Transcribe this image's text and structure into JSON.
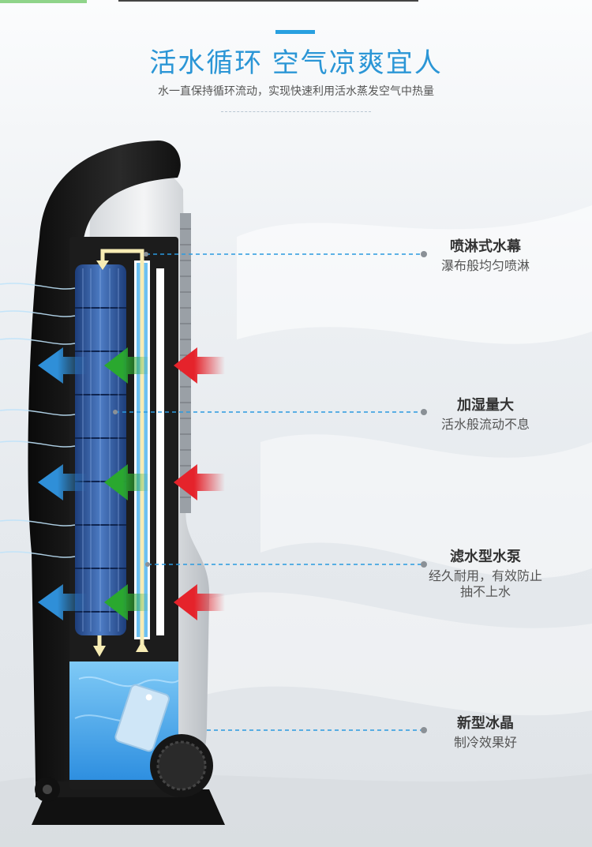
{
  "header": {
    "title": "活水循环 空气凉爽宜人",
    "subtitle": "水一直保持循环流动，实现快速利用活水蒸发空气中热量"
  },
  "callouts": [
    {
      "title": "喷淋式水幕",
      "desc": "瀑布般均匀喷淋"
    },
    {
      "title": "加湿量大",
      "desc": "活水般流动不息"
    },
    {
      "title": "滤水型水泵",
      "desc": "经久耐用，有效防止",
      "desc2": "抽不上水"
    },
    {
      "title": "新型冰晶",
      "desc": "制冷效果好"
    }
  ],
  "colors": {
    "accent": "#2b96d6",
    "hot_air_arrow": "#e5232b",
    "filtered_arrow": "#2aa82f",
    "cool_air_arrow": "#2f8fd8",
    "water": "#46a9ee",
    "callout_line": "#2a9ae0"
  },
  "icons": {
    "hot_air": "red-arrow-left-icon",
    "cooled_air": "green-arrow-left-icon",
    "output_air": "blue-arrow-left-icon",
    "flow": "yellow-flow-arrow-icon",
    "knob": "control-knob-icon"
  }
}
